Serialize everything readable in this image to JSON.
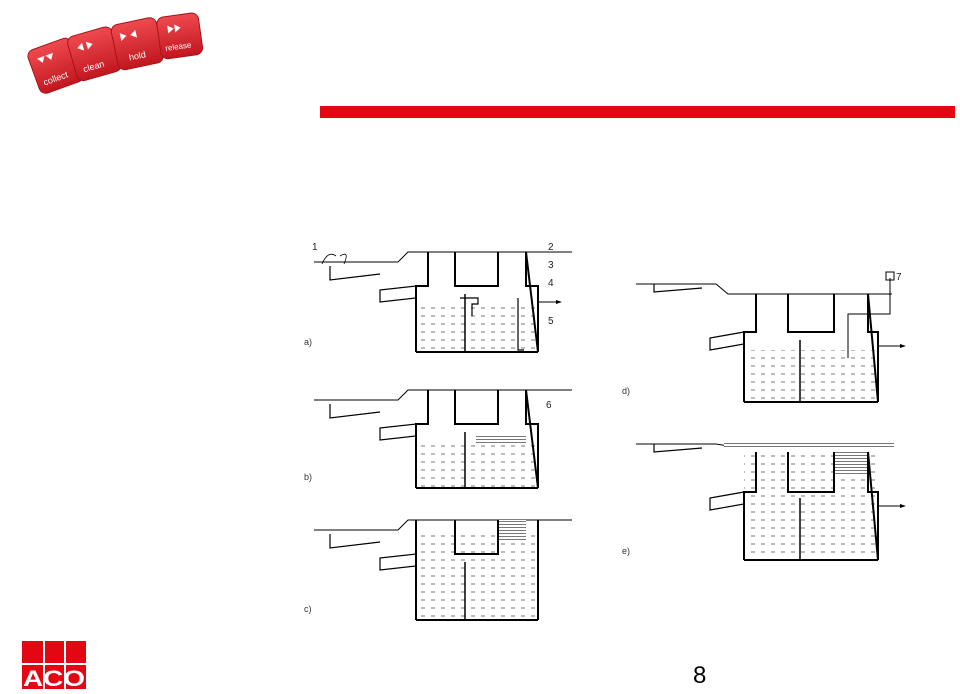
{
  "brand": {
    "keys": [
      {
        "label": "collect",
        "icon": "down-arrows-icon"
      },
      {
        "label": "clean",
        "icon": "left-right-arrows-icon"
      },
      {
        "label": "hold",
        "icon": "inward-arrows-icon"
      },
      {
        "label": "release",
        "icon": "forward-arrows-icon"
      }
    ],
    "company_logo": "ACO",
    "color_accent": "#e30613",
    "color_key": "#d9232d"
  },
  "figure": {
    "panel_labels": [
      "a)",
      "b)",
      "c)",
      "d)",
      "e)"
    ],
    "callouts": [
      "1",
      "2",
      "3",
      "4",
      "5",
      "6",
      "7"
    ]
  },
  "footer": {
    "page_number": "8"
  }
}
